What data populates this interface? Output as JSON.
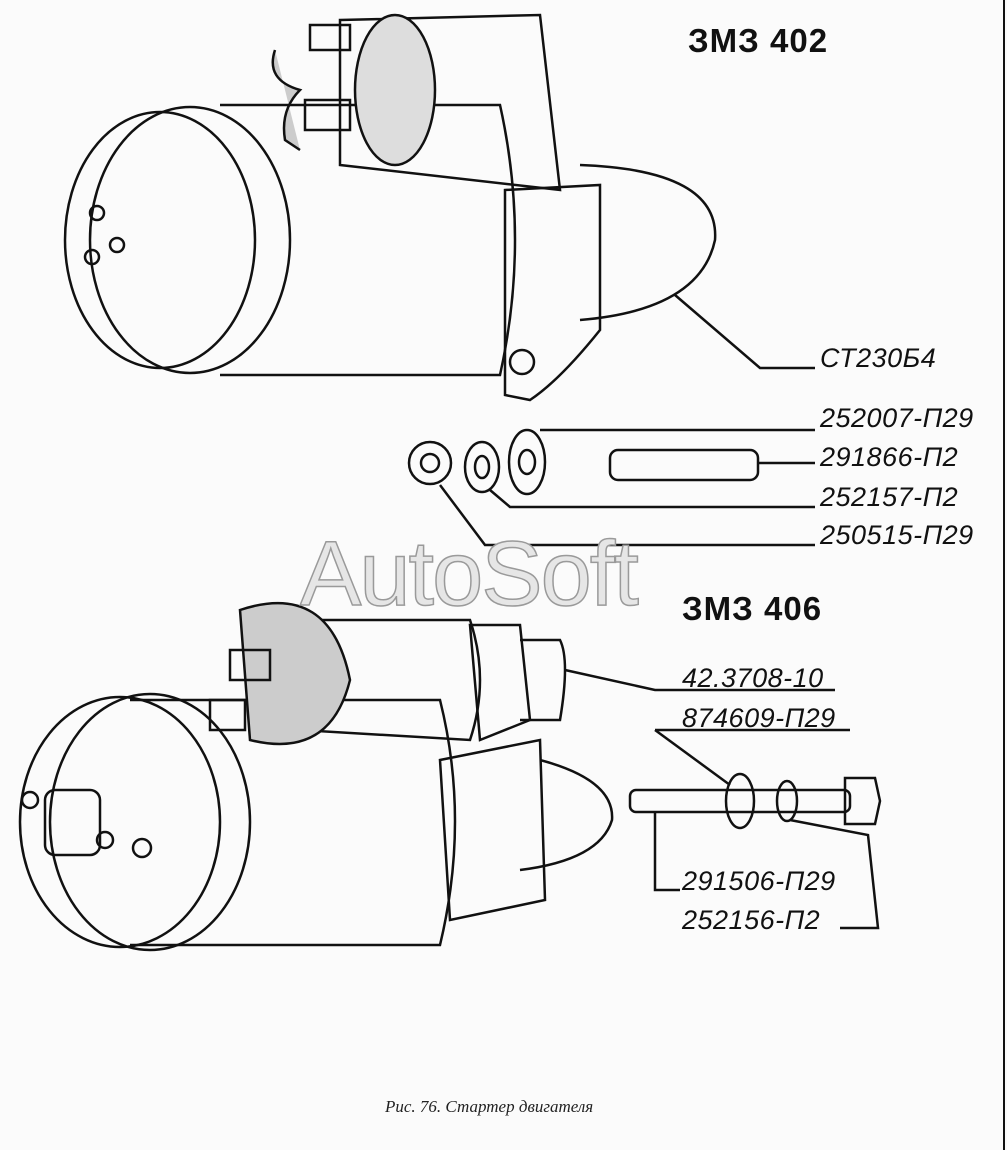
{
  "titles": {
    "top": "ЗМЗ 402",
    "bottom": "ЗМЗ 406"
  },
  "watermark": "AutoSoft",
  "labels_top": [
    "СТ230Б4",
    "252007-П29",
    "291866-П2",
    "252157-П2",
    "250515-П29"
  ],
  "labels_bottom": [
    "42.3708-10",
    "874609-П29",
    "291506-П29",
    "252156-П2"
  ],
  "caption": "Рис. 76. Стартер двигателя"
}
